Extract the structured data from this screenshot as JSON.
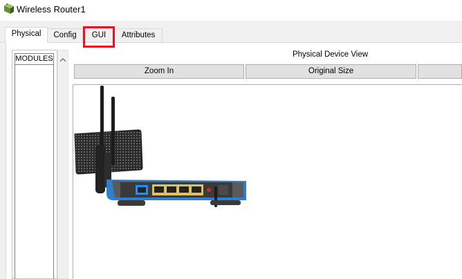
{
  "window": {
    "title": "Wireless Router1"
  },
  "tabs": [
    {
      "label": "Physical",
      "active": true
    },
    {
      "label": "Config",
      "active": false
    },
    {
      "label": "GUI",
      "active": false,
      "highlighted": true
    },
    {
      "label": "Attributes",
      "active": false
    }
  ],
  "modules": {
    "header": "MODULES",
    "items": []
  },
  "device_view": {
    "heading": "Physical Device View",
    "buttons": [
      "Zoom In",
      "Original Size",
      ""
    ]
  },
  "device": {
    "name": "Wireless Router",
    "icon": "wireless-router-image"
  },
  "colors": {
    "highlight": "#e8141d",
    "tab_bg": "#f0f0f0",
    "button_bg": "#e1e1e1",
    "router_accent": "#2f7fd1"
  }
}
